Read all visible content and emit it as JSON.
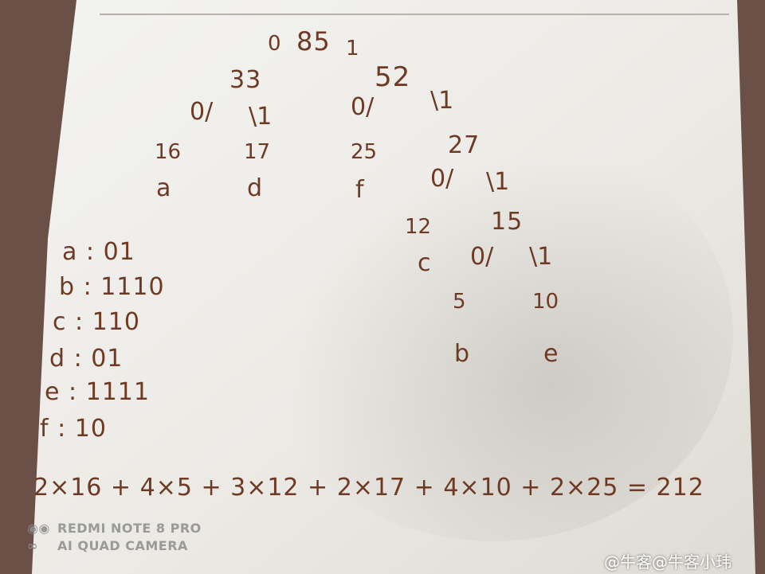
{
  "tree": {
    "root": "85",
    "left_edge_label": "0",
    "right_edge_label": "1",
    "nodes": {
      "n33": "33",
      "n52": "52",
      "n27": "27",
      "n15": "15"
    },
    "edges": {
      "n33_left": "0/",
      "n33_right": "\\1",
      "n52_left": "0/",
      "n52_right": "\\1",
      "n27_left": "0/",
      "n27_right": "\\1",
      "n15_left": "0/",
      "n15_right": "\\1"
    },
    "leaves": [
      {
        "weight": "16",
        "char": "a"
      },
      {
        "weight": "17",
        "char": "d"
      },
      {
        "weight": "25",
        "char": "f"
      },
      {
        "weight": "12",
        "char": "c"
      },
      {
        "weight": "5",
        "char": "b"
      },
      {
        "weight": "10",
        "char": "e"
      }
    ]
  },
  "codes": [
    "a : 01",
    "b : 1110",
    "c : 110",
    "d : 01",
    "e : 1111",
    "f : 10"
  ],
  "formula": "2×16 + 4×5 + 3×12 + 2×17 + 4×10 + 2×25 = 212",
  "watermarks": {
    "camera_line1": "REDMI NOTE 8 PRO",
    "camera_line2": "AI QUAD CAMERA",
    "site": "牛客@牛客小玮"
  },
  "colors": {
    "ink": "#6e3a24",
    "paper": "#f1f0ec",
    "background": "#6b5048"
  }
}
